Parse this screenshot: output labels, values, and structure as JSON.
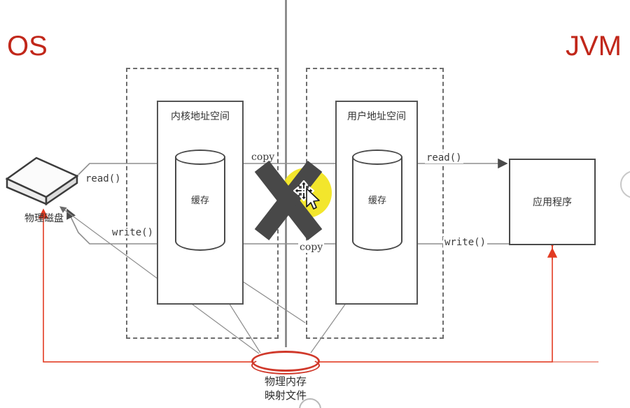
{
  "diagram": {
    "title_left": "OS",
    "title_right": "JVM",
    "regions": {
      "kernel_space": "内核地址空间",
      "user_space": "用户地址空间"
    },
    "nodes": {
      "disk_label": "物理磁盘",
      "kernel_cache": "缓存",
      "user_cache": "缓存",
      "application": "应用程序",
      "mapped_file_line1": "物理内存",
      "mapped_file_line2": "映射文件"
    },
    "edges": {
      "disk_read": "read()",
      "disk_write": "write()",
      "copy_top": "copy",
      "copy_bottom": "copy",
      "app_read": "read()",
      "app_write": "write()"
    },
    "colors": {
      "accent_red": "#c1271a",
      "arrow_red": "#e23b22",
      "mapped_file_outline": "#d0392b",
      "highlight_yellow": "#f2e41a",
      "x_mark": "#484848",
      "box_stroke": "#4a4a4a",
      "dashed_stroke": "#6e6e6e"
    },
    "icons": {
      "x_mark": "cross-mark-icon",
      "highlight": "yellow-highlight-icon",
      "cursor": "move-cursor-icon"
    }
  }
}
